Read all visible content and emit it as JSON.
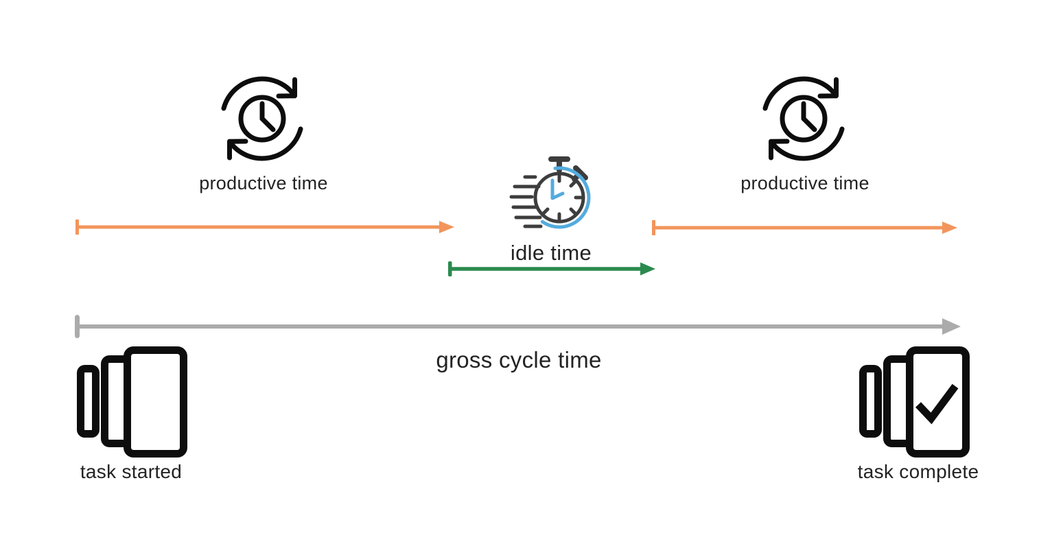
{
  "diagram": {
    "type": "timeline",
    "labels": {
      "productive_left": "productive time",
      "productive_right": "productive time",
      "idle": "idle time",
      "gross": "gross cycle time",
      "task_started": "task started",
      "task_complete": "task complete"
    },
    "timeline": {
      "segments": [
        {
          "label": "productive time",
          "color": "#F2955C",
          "position": "left"
        },
        {
          "label": "idle time",
          "color": "#2B8A4E",
          "position": "middle"
        },
        {
          "label": "productive time",
          "color": "#F2955C",
          "position": "right"
        }
      ],
      "total": {
        "label": "gross cycle time",
        "color": "#ABABAB"
      }
    },
    "colors": {
      "productive": "#F2955C",
      "idle": "#2B8A4E",
      "gross": "#ABABAB",
      "icon_black": "#0D0D0D",
      "stopwatch_dark": "#3D3D3D",
      "stopwatch_blue": "#54ABDE",
      "text": "#232323",
      "background": "#FFFFFF"
    },
    "icons": {
      "left": "recurring-clock-icon",
      "middle": "speed-stopwatch-icon",
      "right": "recurring-clock-icon",
      "start": "task-stack-icon",
      "end": "task-stack-check-icon"
    }
  }
}
